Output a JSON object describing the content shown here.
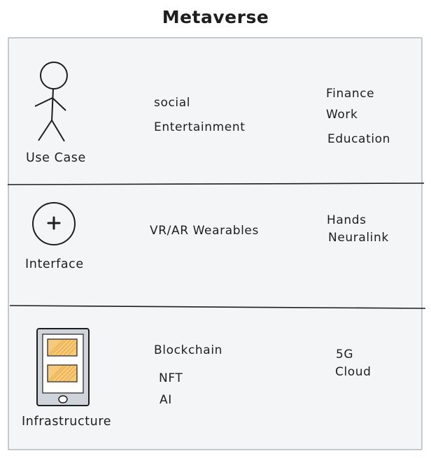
{
  "title": "Metaverse",
  "rows": [
    {
      "label": "Use Case",
      "icon": "stick-figure-icon",
      "middle": [
        "social",
        "Entertainment"
      ],
      "right": [
        "Finance",
        "Work",
        "Education"
      ]
    },
    {
      "label": "Interface",
      "icon": "plus-circle-icon",
      "middle": [
        "VR/AR Wearables"
      ],
      "right": [
        "Hands",
        "Neuralink"
      ]
    },
    {
      "label": "Infrastructure",
      "icon": "mobile-device-icon",
      "middle": [
        "Blockchain",
        "NFT",
        "AI"
      ],
      "right": [
        "5G",
        "Cloud"
      ]
    }
  ],
  "colors": {
    "board_fill": "#f4f5f7",
    "board_border": "#c6c9ce",
    "ink": "#1e1e1e",
    "device_fill": "#ced4da",
    "screen_block_fill": "#f7c97a"
  }
}
